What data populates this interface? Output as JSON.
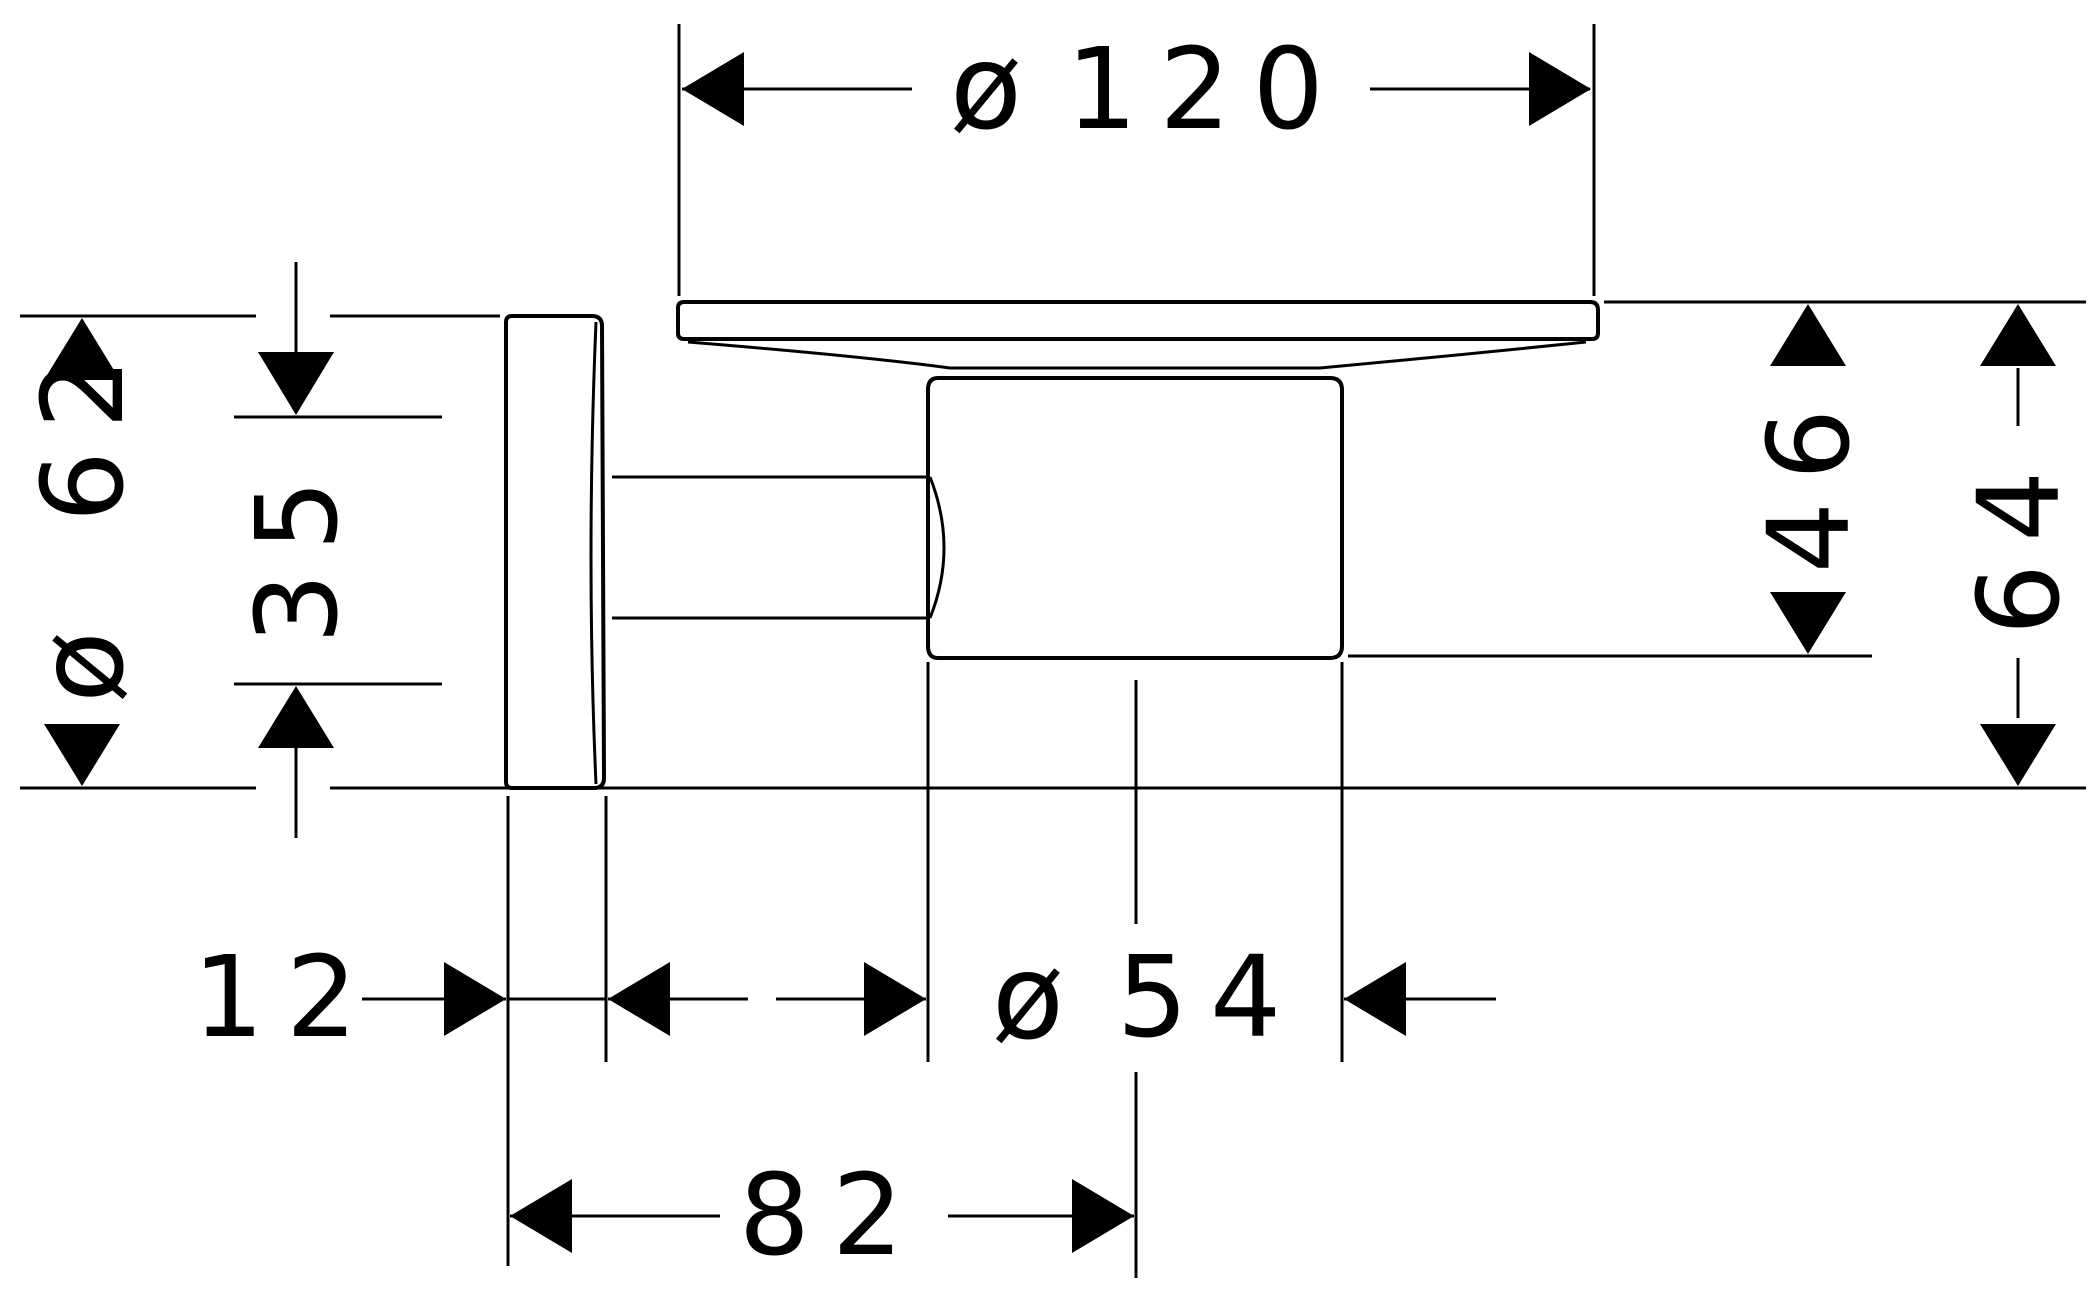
{
  "drawing": {
    "dimensions": {
      "plate_diameter": {
        "symbol": "ø",
        "value": "120"
      },
      "cup_diameter": {
        "symbol": "ø",
        "value": "54"
      },
      "rosette_diameter": {
        "symbol": "ø",
        "value": "62"
      },
      "arm_height": "35",
      "cup_height": "46",
      "total_height": "64",
      "rosette_depth": "12",
      "projection": "82"
    }
  }
}
